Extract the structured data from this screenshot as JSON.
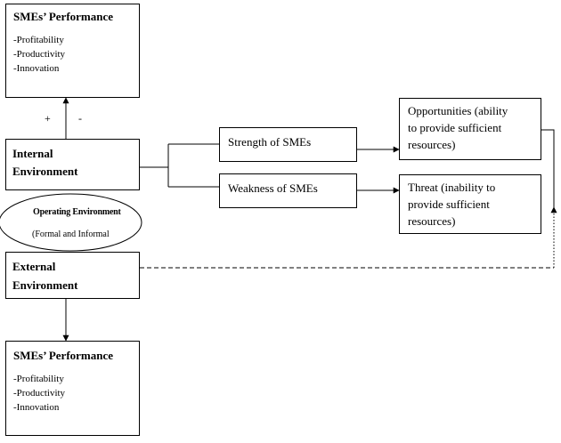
{
  "performance_top": {
    "title": "SMEs’ Performance",
    "items": [
      "-Profitability",
      "-Productivity",
      "-Innovation"
    ]
  },
  "signs": {
    "plus": "+",
    "minus": "-"
  },
  "internal_environment": {
    "line1": "Internal",
    "line2": "Environment"
  },
  "operating_environment": {
    "title": "Operating Environment",
    "subtitle": "(Formal and Informal"
  },
  "external_environment": {
    "line1": "External",
    "line2": "Environment"
  },
  "strength": {
    "label": "Strength of SMEs"
  },
  "weakness": {
    "label": "Weakness of SMEs"
  },
  "opportunities": {
    "line1": "Opportunities (ability",
    "line2": "to provide sufficient",
    "line3": "resources)"
  },
  "threat": {
    "line1": "Threat (inability to",
    "line2": "provide sufficient",
    "line3": "resources)"
  },
  "performance_bottom": {
    "title": "SMEs’ Performance",
    "items": [
      "-Profitability",
      "-Productivity",
      "-Innovation"
    ]
  }
}
